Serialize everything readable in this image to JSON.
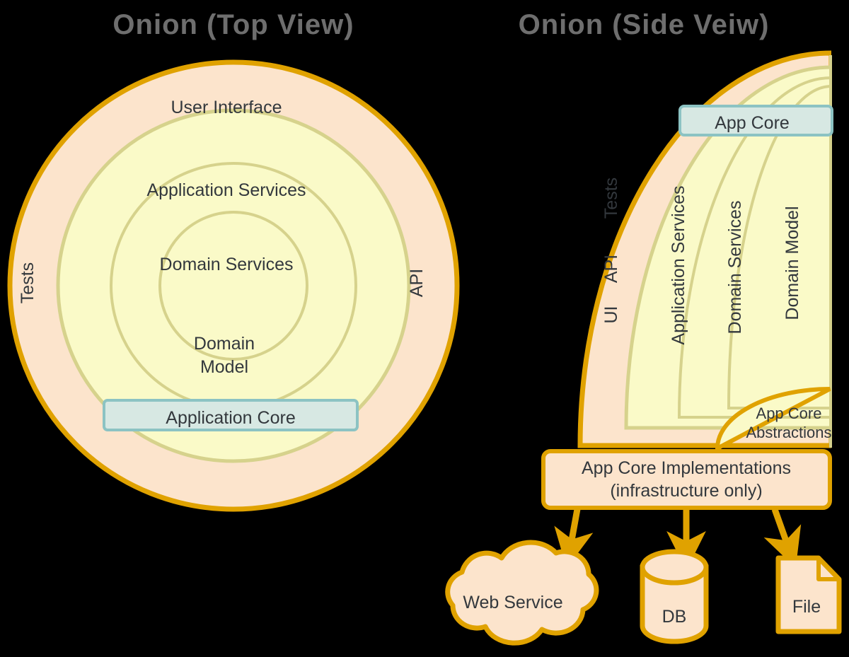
{
  "palette": {
    "background": "#000000",
    "outer_fill": "#fce4cc",
    "inner_fill": "#fafac8",
    "outer_stroke": "#e0a200",
    "inner_stroke": "#d6d28c",
    "core_box_fill": "#d7e8e3",
    "core_box_stroke": "#8cc3c3",
    "text": "#33383d",
    "title_text": "#6e6e6e",
    "arrow": "#e0a200"
  },
  "top_view": {
    "title": "Onion (Top View)",
    "rings": [
      {
        "name": "user-interface",
        "label": "User Interface",
        "fill": "#fce4cc",
        "stroke": "#e0a200",
        "radius": 316
      },
      {
        "name": "application-services",
        "label": "Application Services",
        "fill": "#fafac8",
        "stroke": "#d6d28c",
        "radius": 248
      },
      {
        "name": "domain-services",
        "label": "Domain Services",
        "fill": "#fafac8",
        "stroke": "#d6d28c",
        "radius": 173
      },
      {
        "name": "domain-model",
        "label": "Domain Model",
        "fill": "#fafac8",
        "stroke": "#d6d28c",
        "radius": 104
      }
    ],
    "domain_model_line1": "Domain",
    "domain_model_line2": "Model",
    "side_labels": [
      {
        "name": "tests",
        "label": "Tests"
      },
      {
        "name": "api",
        "label": "API"
      }
    ],
    "core_box": {
      "label": "Application Core"
    }
  },
  "side_view": {
    "title": "Onion (Side Veiw)",
    "core_box": {
      "label": "App Core"
    },
    "vertical_labels": [
      {
        "name": "ui",
        "label": "UI"
      },
      {
        "name": "api",
        "label": "API"
      },
      {
        "name": "tests",
        "label": "Tests"
      },
      {
        "name": "application-services",
        "label": "Application Services"
      },
      {
        "name": "domain-services",
        "label": "Domain Services"
      },
      {
        "name": "domain-model",
        "label": "Domain Model"
      }
    ],
    "abstractions": {
      "line1": "App Core",
      "line2": "Abstractions"
    },
    "implementations": {
      "line1": "App Core Implementations",
      "line2": "(infrastructure only)"
    },
    "infrastructure": [
      {
        "name": "web-service",
        "shape": "cloud",
        "label": "Web Service"
      },
      {
        "name": "db",
        "shape": "cylinder",
        "label": "DB"
      },
      {
        "name": "file",
        "shape": "document",
        "label": "File"
      }
    ]
  }
}
